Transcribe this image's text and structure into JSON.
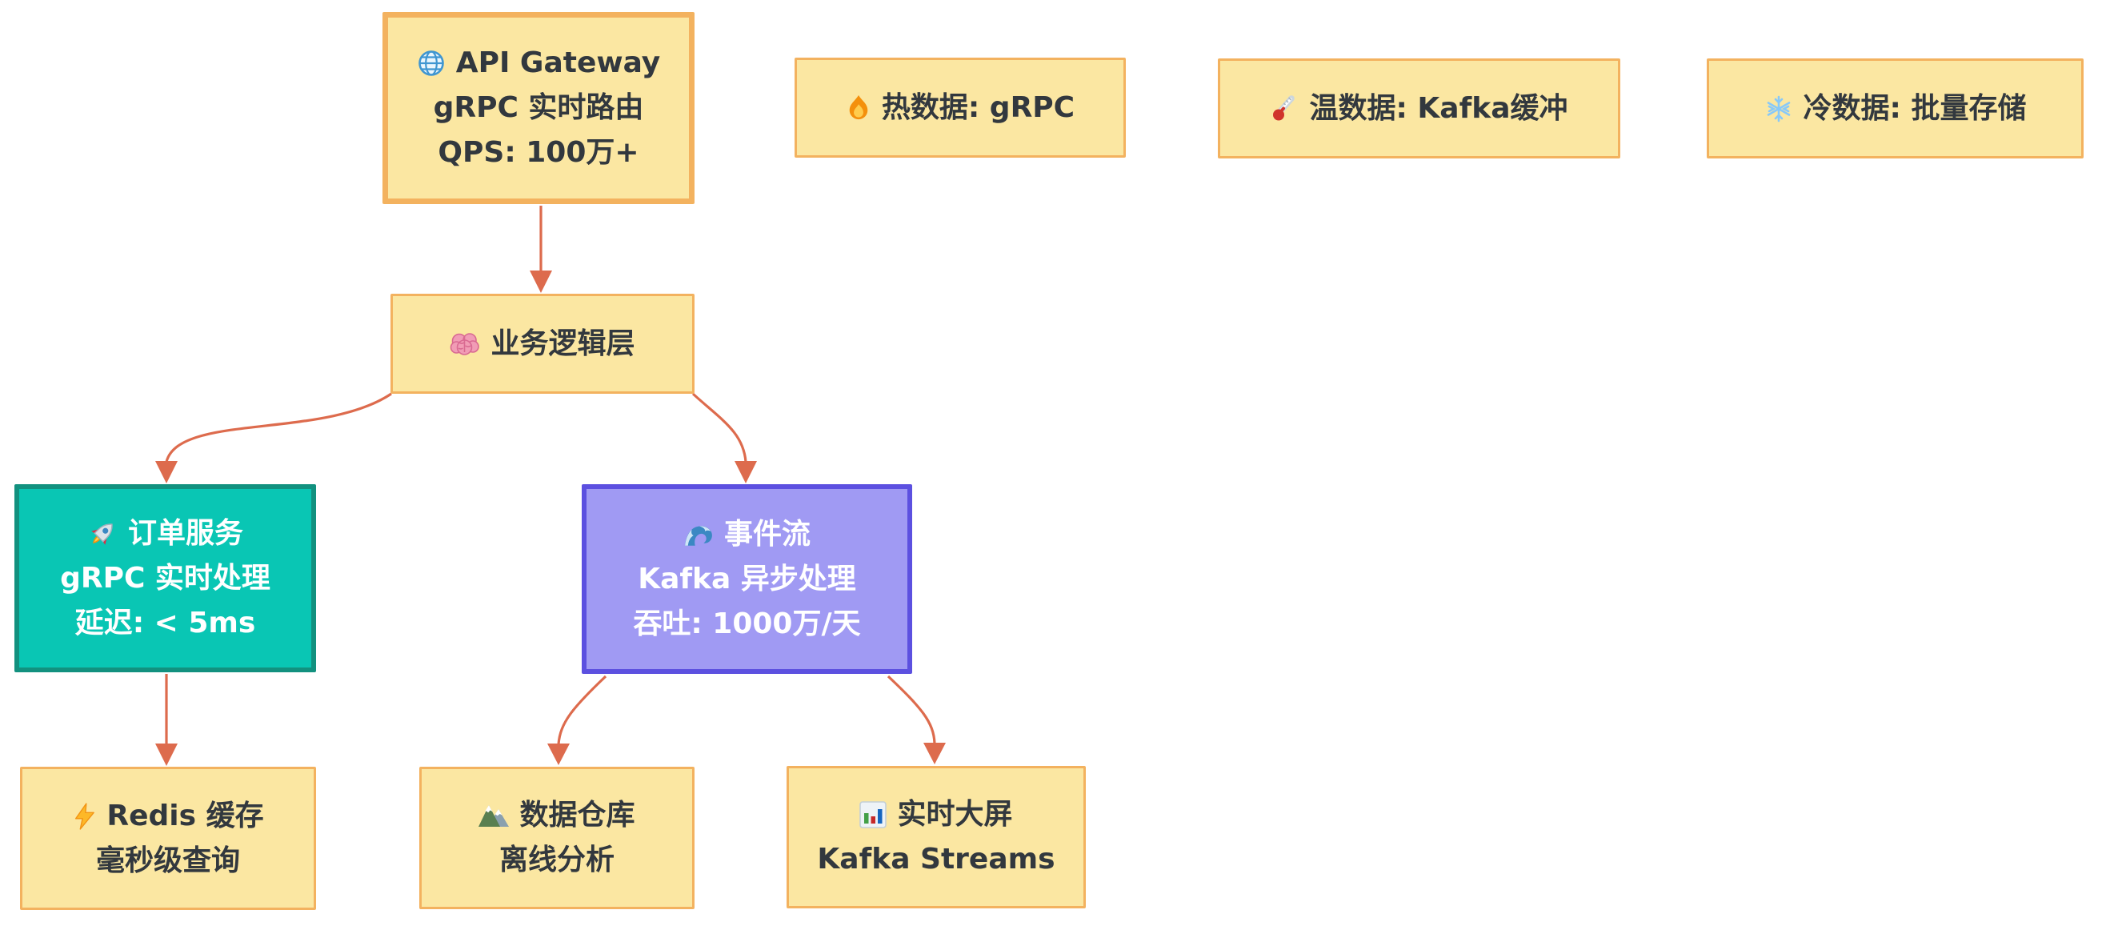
{
  "diagram": {
    "type": "flowchart",
    "background": "#ffffff",
    "nodes": {
      "api_gateway": {
        "icon": "globe-icon",
        "lines": [
          "API Gateway",
          "gRPC 实时路由",
          "QPS: 100万+"
        ],
        "fill": "#fbe7a2",
        "border": "#f3b25f",
        "text_color": "#32383e"
      },
      "hot_legend": {
        "icon": "fire-icon",
        "label": "热数据: gRPC",
        "fill": "#fbe7a2",
        "border": "#f3b25f",
        "text_color": "#32383e"
      },
      "warm_legend": {
        "icon": "thermometer-icon",
        "label": "温数据: Kafka缓冲",
        "fill": "#fbe7a2",
        "border": "#f3b25f",
        "text_color": "#32383e"
      },
      "cold_legend": {
        "icon": "snowflake-icon",
        "label": "冷数据: 批量存储",
        "fill": "#fbe7a2",
        "border": "#f3b25f",
        "text_color": "#32383e"
      },
      "business_logic": {
        "icon": "brain-icon",
        "label": "业务逻辑层",
        "fill": "#fbe7a2",
        "border": "#f3b25f",
        "text_color": "#32383e"
      },
      "order_service": {
        "icon": "rocket-icon",
        "lines": [
          "订单服务",
          "gRPC 实时处理",
          "延迟: < 5ms"
        ],
        "fill": "#09c6b4",
        "border": "#12917f",
        "text_color": "#ffffff"
      },
      "event_stream": {
        "icon": "wave-icon",
        "lines": [
          "事件流",
          "Kafka 异步处理",
          "吞吐: 1000万/天"
        ],
        "fill": "#a09af3",
        "border": "#5c50e0",
        "text_color": "#ffffff"
      },
      "redis_cache": {
        "icon": "lightning-icon",
        "lines": [
          "Redis 缓存",
          "毫秒级查询"
        ],
        "fill": "#fbe7a2",
        "border": "#f3b25f",
        "text_color": "#32383e"
      },
      "data_warehouse": {
        "icon": "mountain-icon",
        "lines": [
          "数据仓库",
          "离线分析"
        ],
        "fill": "#fbe7a2",
        "border": "#f3b25f",
        "text_color": "#32383e"
      },
      "realtime_dashboard": {
        "icon": "bar-chart-icon",
        "lines": [
          "实时大屏",
          "Kafka Streams"
        ],
        "fill": "#fbe7a2",
        "border": "#f3b25f",
        "text_color": "#32383e"
      }
    },
    "edges": [
      {
        "from": "API Gateway",
        "to": "业务逻辑层"
      },
      {
        "from": "业务逻辑层",
        "to": "订单服务"
      },
      {
        "from": "业务逻辑层",
        "to": "事件流"
      },
      {
        "from": "订单服务",
        "to": "Redis 缓存"
      },
      {
        "from": "事件流",
        "to": "数据仓库"
      },
      {
        "from": "事件流",
        "to": "实时大屏"
      }
    ],
    "arrow_color": "#dd6b4d"
  }
}
